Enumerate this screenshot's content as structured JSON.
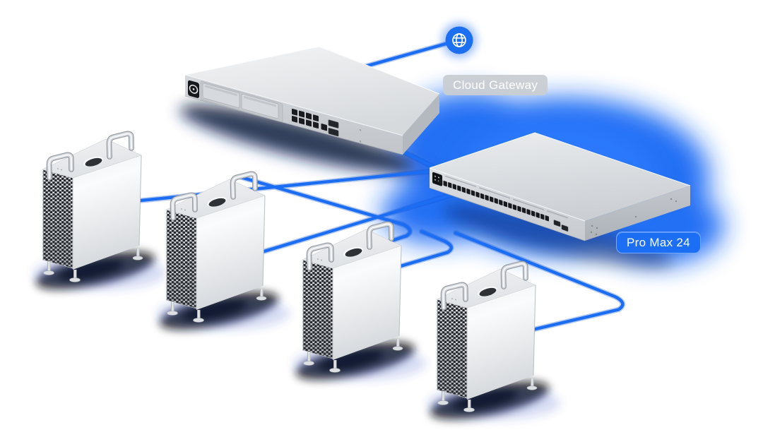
{
  "labels": {
    "cloud_gateway": "Cloud Gateway",
    "pro_max_24": "Pro Max 24"
  },
  "icons": {
    "internet": "globe-icon"
  },
  "devices": {
    "gateway": {
      "label": "Cloud Gateway",
      "type": "rackmount-gateway",
      "drive_bays": 2,
      "rj45_ports": 8,
      "sfp_ports": 2
    },
    "switch": {
      "label": "Pro Max 24",
      "type": "rackmount-switch",
      "rj45_ports": 24,
      "sfp_ports": 2,
      "highlighted": true
    },
    "workstations": {
      "count": 4,
      "type": "tower-workstation"
    }
  },
  "connections": [
    {
      "from": "internet",
      "to": "cloud-gateway"
    },
    {
      "from": "cloud-gateway",
      "to": "pro-max-24"
    },
    {
      "from": "workstation-1",
      "to": "pro-max-24"
    },
    {
      "from": "workstation-2",
      "to": "pro-max-24"
    },
    {
      "from": "workstation-3",
      "to": "pro-max-24"
    },
    {
      "from": "workstation-4",
      "to": "pro-max-24"
    }
  ],
  "colors": {
    "accent_blue": "#1c6ef4",
    "glow_blue": "#1b6cf4",
    "cable_blue": "#1b6df3",
    "label_gray": "#c9ced3",
    "device_silver": "#d9dcdf",
    "background": "#ffffff"
  }
}
